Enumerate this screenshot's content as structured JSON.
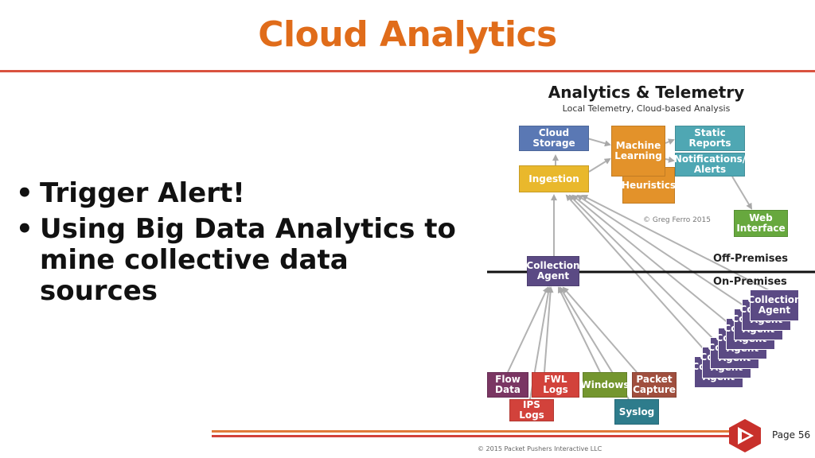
{
  "slide": {
    "title": "Cloud Analytics",
    "bullets": [
      "Trigger Alert!",
      "Using Big Data Analytics to mine collective data sources"
    ]
  },
  "diagram": {
    "title": "Analytics & Telemetry",
    "subtitle": "Local Telemetry, Cloud-based Analysis",
    "author_credit": "© Greg Ferro 2015",
    "off_premises": "Off-Premises",
    "on_premises": "On-Premises",
    "nodes": {
      "cloud_storage": "Cloud Storage",
      "ingestion": "Ingestion",
      "machine_learning": "Machine Learning",
      "heuristics": "Heuristics",
      "static_reports": "Static Reports",
      "notifications": "Notifications/ Alerts",
      "web_interface": "Web Interface",
      "collection_agent": "Collection Agent",
      "flow_data": "Flow Data",
      "fwl_logs": "FWL Logs",
      "ips_logs": "IPS Logs",
      "windows": "Windows",
      "packet_capture": "Packet Capture",
      "syslog": "Syslog"
    },
    "remote_agent_label": "Collection Agent",
    "colors": {
      "cloud_storage": "#5a78b4",
      "ingestion": "#e9b82c",
      "machine_learning": "#e3922a",
      "static_reports": "#4fa7b3",
      "web_interface": "#67a83e",
      "collection_agent": "#5b4a84",
      "flow_data": "#7a3663",
      "fwl_logs": "#d2423b",
      "ips_logs": "#d2423b",
      "windows": "#74962f",
      "packet_capture": "#a04f3e",
      "syslog": "#2e7c8c"
    }
  },
  "footer": {
    "copyright": "© 2015 Packet Pushers Interactive LLC",
    "page_label": "Page",
    "page_number": "56"
  }
}
